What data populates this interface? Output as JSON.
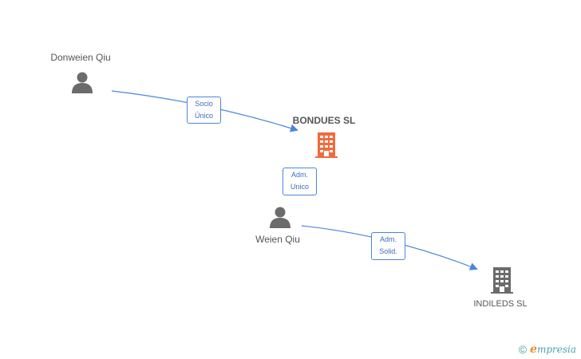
{
  "nodes": {
    "donweien": {
      "name": "Donweien Qiu",
      "type": "person"
    },
    "bondues": {
      "name": "BONDUES SL",
      "type": "company-highlight"
    },
    "weien": {
      "name": "Weien Qiu",
      "type": "person"
    },
    "indileds": {
      "name": "INDILEDS  SL",
      "type": "company"
    }
  },
  "relations": {
    "r1": {
      "line1": "Socio",
      "line2": "Único"
    },
    "r2": {
      "line1": "Adm.",
      "line2": "Unico"
    },
    "r3": {
      "line1": "Adm.",
      "line2": "Solid."
    }
  },
  "footer": {
    "copyright": "©",
    "brand_initial": "e",
    "brand_rest": "mpresia"
  },
  "colors": {
    "person": "#6b6b6b",
    "company_highlight": "#f26a3d",
    "company": "#6b6b6b",
    "edge": "#4a86d8"
  }
}
